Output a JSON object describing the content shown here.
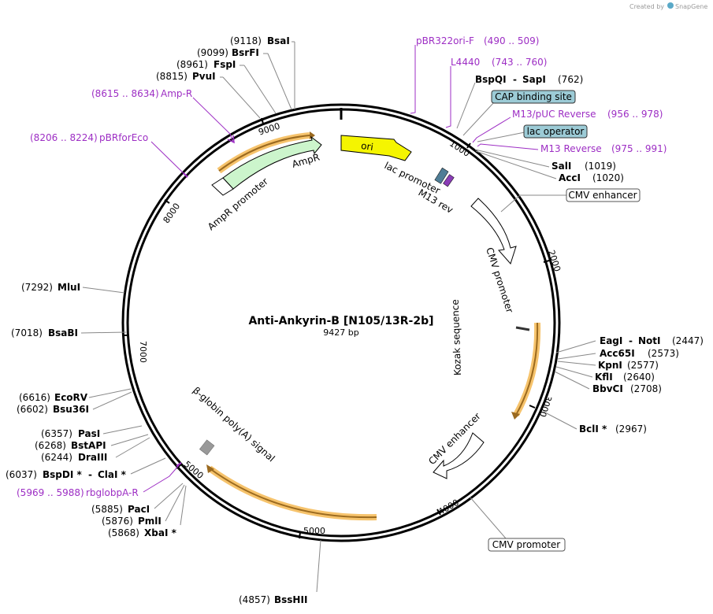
{
  "map": {
    "name": "Anti-Ankyrin-B [N105/13R-2b]",
    "length": "9427 bp",
    "credit": "Created by",
    "brand": "SnapGene"
  },
  "ticks": [
    "1000",
    "2000",
    "3000",
    "4000",
    "5000",
    "5000",
    "7000",
    "8000",
    "9000"
  ],
  "sites": [
    {
      "name": "BsaI",
      "pos": "(9118)"
    },
    {
      "name": "BsrFI",
      "pos": "(9099)"
    },
    {
      "name": "FspI",
      "pos": "(8961)"
    },
    {
      "name": "PvuI",
      "pos": "(8815)"
    },
    {
      "name": "BspQI",
      "sep": "-",
      "name2": "SapI",
      "pos": "(762)"
    },
    {
      "name": "SalI",
      "pos": "(1019)"
    },
    {
      "name": "AccI",
      "pos": "(1020)"
    },
    {
      "name": "EagI",
      "sep": "-",
      "name2": "NotI",
      "pos": "(2447)"
    },
    {
      "name": "Acc65I",
      "pos": "(2573)"
    },
    {
      "name": "KpnI",
      "pos": "(2577)"
    },
    {
      "name": "KflI",
      "pos": "(2640)"
    },
    {
      "name": "BbvCI",
      "pos": "(2708)"
    },
    {
      "name": "BclI *",
      "pos": "(2967)"
    },
    {
      "name": "BssHII",
      "pos": "(4857)"
    },
    {
      "name": "MluI",
      "pos": "(7292)"
    },
    {
      "name": "BsaBI",
      "pos": "(7018)"
    },
    {
      "name": "EcoRV",
      "pos": "(6616)"
    },
    {
      "name": "Bsu36I",
      "pos": "(6602)"
    },
    {
      "name": "PasI",
      "pos": "(6357)"
    },
    {
      "name": "BstAPI",
      "pos": "(6268)"
    },
    {
      "name": "DraIII",
      "pos": "(6244)"
    },
    {
      "name": "BspDI *",
      "sep": "-",
      "name2": "ClaI *",
      "pos": "(6037)"
    },
    {
      "name": "PacI",
      "pos": "(5885)"
    },
    {
      "name": "PmlI",
      "pos": "(5876)"
    },
    {
      "name": "XbaI *",
      "pos": "(5868)"
    }
  ],
  "primers": [
    {
      "name": "pBR322ori-F",
      "range": "(490 .. 509)"
    },
    {
      "name": "L4440",
      "range": "(743 .. 760)"
    },
    {
      "name": "M13/pUC Reverse",
      "range": "(956 .. 978)"
    },
    {
      "name": "M13 Reverse",
      "range": "(975 .. 991)"
    },
    {
      "name": "Amp-R",
      "range": "(8615 .. 8634)"
    },
    {
      "name": "pBRforEco",
      "range": "(8206 .. 8224)"
    },
    {
      "name": "rbglobpA-R",
      "range": "(5969 .. 5988)"
    }
  ],
  "boxed": {
    "cap": "CAP binding site",
    "lac_operator": "lac operator",
    "cmv_enhancer": "CMV enhancer",
    "cmv_promoter": "CMV promoter"
  },
  "features": {
    "ori": "ori",
    "lac_promoter": "lac promoter",
    "m13_rev": "M13 rev",
    "ampr": "AmpR",
    "ampr_promoter": "AmpR promoter",
    "cmv_promoter": "CMV promoter",
    "kozak": "Kozak sequence",
    "cmv_enhancer": "CMV enhancer",
    "bglobin": "β-globin poly(A) signal"
  },
  "colors": {
    "ori": "#f5f500",
    "ampr": "#ccf5cc",
    "highlight": "#f6c36c",
    "cds": "#9b6a1f",
    "primer": "#9d2ec4",
    "boxed_fill": "#9ccbd6",
    "polyA": "#999999"
  }
}
